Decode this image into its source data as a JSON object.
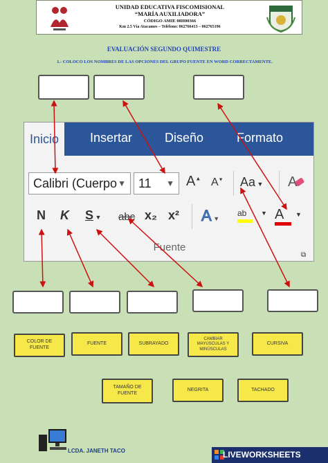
{
  "header": {
    "line1": "UNIDAD EDUCATIVA FISCOMISIONAL",
    "line2": "“MARÍA AUXILIADORA”",
    "line3": "CÓDIGO AMIE 08H00366",
    "line4": "Km 2.5 Vía Atacames – Teléfono: 062766413 – 062765196"
  },
  "title": "EVALUACIÓN SEGUNDO QUIMESTRE",
  "instruction": "1.- COLOCO LOS NOMBRES DE LAS OPCIONES DEL GRUPO FUENTE EN WORD CORRECTAMENTE.",
  "ribbon": {
    "tabs": [
      "Inicio",
      "Insertar",
      "Diseño",
      "Formato"
    ],
    "font_name": "Calibri (Cuerpo",
    "font_size": "11",
    "grow": "A",
    "shrink": "A",
    "change_case": "Aa",
    "bold": "N",
    "italic": "K",
    "underline": "S",
    "strike": "abc",
    "subscript": "x₂",
    "superscript": "x²",
    "effects": "A",
    "highlight": "ab",
    "font_color": "A",
    "group_label": "Fuente"
  },
  "options": [
    "COLOR DE FUENTE",
    "FUENTE",
    "SUBRAYADO",
    "CAMBIAR MAYÚSCULAS Y MINÚSCULAS",
    "CURSIVA",
    "TAMAÑO DE FUENTE",
    "NEGRITA",
    "TACHADO"
  ],
  "footer": {
    "author": "LCDA. JANETH TACO",
    "brand": "LIVEWORKSHEETS"
  },
  "colors": {
    "ribbon_blue": "#2b579a",
    "option_yellow": "#f7e84a",
    "arrow_red": "#cc1111",
    "background": "#c9dfb5"
  }
}
